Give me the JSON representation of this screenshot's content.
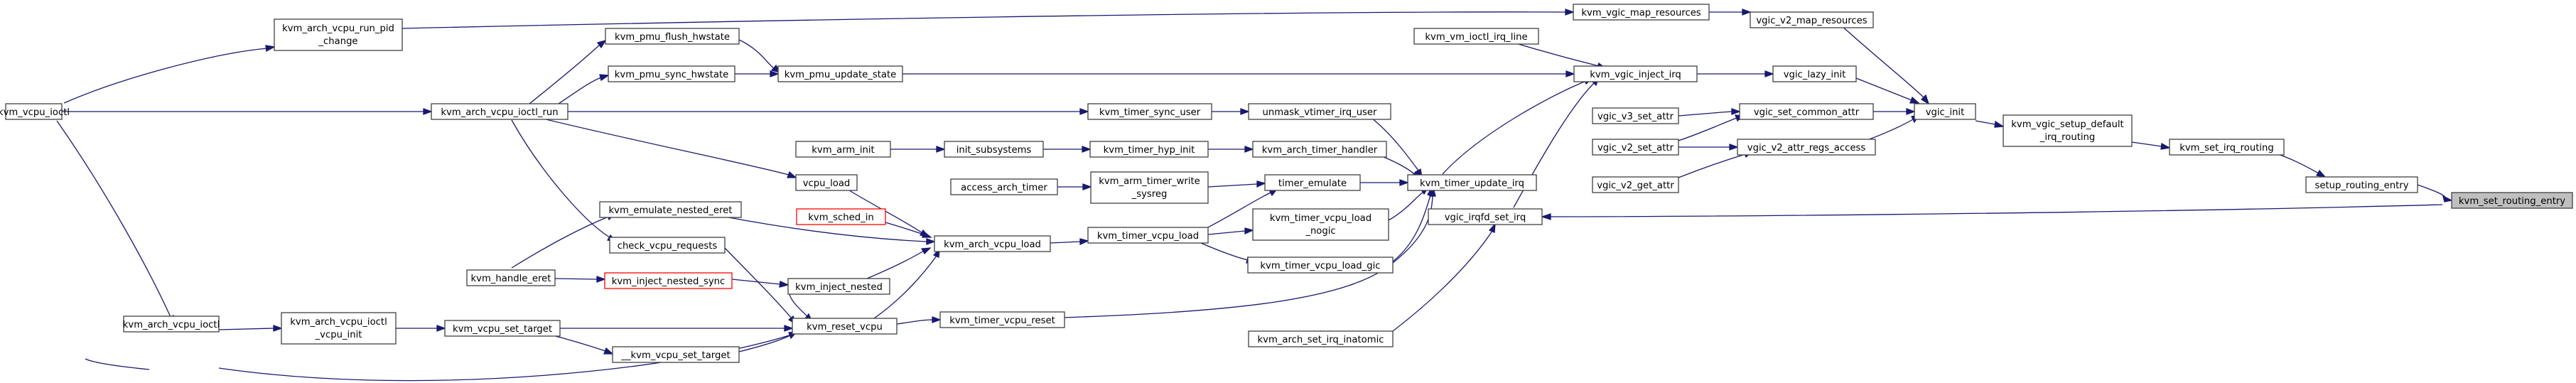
{
  "graph": {
    "nodes": {
      "kvm_vcpu_ioctl": [
        "kvm_vcpu_ioctl"
      ],
      "kvm_arch_vcpu_run_pid_change": [
        "kvm_arch_vcpu_run_pid",
        "_change"
      ],
      "kvm_arch_vcpu_ioctl_run": [
        "kvm_arch_vcpu_ioctl_run"
      ],
      "kvm_pmu_flush_hwstate": [
        "kvm_pmu_flush_hwstate"
      ],
      "kvm_pmu_sync_hwstate": [
        "kvm_pmu_sync_hwstate"
      ],
      "kvm_pmu_update_state": [
        "kvm_pmu_update_state"
      ],
      "kvm_vm_ioctl_irq_line": [
        "kvm_vm_ioctl_irq_line"
      ],
      "kvm_vgic_map_resources": [
        "kvm_vgic_map_resources"
      ],
      "vgic_v2_map_resources": [
        "vgic_v2_map_resources"
      ],
      "kvm_vgic_inject_irq": [
        "kvm_vgic_inject_irq"
      ],
      "vgic_lazy_init": [
        "vgic_lazy_init"
      ],
      "vgic_init": [
        "vgic_init"
      ],
      "kvm_vgic_setup_default_irq_routing": [
        "kvm_vgic_setup_default",
        "_irq_routing"
      ],
      "kvm_set_irq_routing": [
        "kvm_set_irq_routing"
      ],
      "setup_routing_entry": [
        "setup_routing_entry"
      ],
      "kvm_set_routing_entry": [
        "kvm_set_routing_entry"
      ],
      "kvm_timer_sync_user": [
        "kvm_timer_sync_user"
      ],
      "unmask_vtimer_irq_user": [
        "unmask_vtimer_irq_user"
      ],
      "kvm_arm_init": [
        "kvm_arm_init"
      ],
      "init_subsystems": [
        "init_subsystems"
      ],
      "kvm_timer_hyp_init": [
        "kvm_timer_hyp_init"
      ],
      "kvm_arch_timer_handler": [
        "kvm_arch_timer_handler"
      ],
      "kvm_timer_update_irq": [
        "kvm_timer_update_irq"
      ],
      "vgic_v3_set_attr": [
        "vgic_v3_set_attr"
      ],
      "vgic_set_common_attr": [
        "vgic_set_common_attr"
      ],
      "vgic_v2_set_attr": [
        "vgic_v2_set_attr"
      ],
      "vgic_v2_attr_regs_access": [
        "vgic_v2_attr_regs_access"
      ],
      "vgic_v2_get_attr": [
        "vgic_v2_get_attr"
      ],
      "vcpu_load": [
        "vcpu_load"
      ],
      "access_arch_timer": [
        "access_arch_timer"
      ],
      "kvm_arm_timer_write_sysreg": [
        "kvm_arm_timer_write",
        "_sysreg"
      ],
      "timer_emulate": [
        "timer_emulate"
      ],
      "vgic_irqfd_set_irq": [
        "vgic_irqfd_set_irq"
      ],
      "kvm_emulate_nested_eret": [
        "kvm_emulate_nested_eret"
      ],
      "kvm_sched_in": [
        "kvm_sched_in"
      ],
      "kvm_timer_vcpu_load_nogic": [
        "kvm_timer_vcpu_load",
        "_nogic"
      ],
      "check_vcpu_requests": [
        "check_vcpu_requests"
      ],
      "kvm_arch_vcpu_load": [
        "kvm_arch_vcpu_load"
      ],
      "kvm_timer_vcpu_load": [
        "kvm_timer_vcpu_load"
      ],
      "kvm_handle_eret": [
        "kvm_handle_eret"
      ],
      "kvm_inject_nested_sync": [
        "kvm_inject_nested_sync"
      ],
      "kvm_inject_nested": [
        "kvm_inject_nested"
      ],
      "kvm_timer_vcpu_load_gic": [
        "kvm_timer_vcpu_load_gic"
      ],
      "kvm_arch_vcpu_ioctl": [
        "kvm_arch_vcpu_ioctl"
      ],
      "kvm_arch_vcpu_ioctl_vcpu_init": [
        "kvm_arch_vcpu_ioctl",
        "_vcpu_init"
      ],
      "kvm_vcpu_set_target": [
        "kvm_vcpu_set_target"
      ],
      "kvm_reset_vcpu": [
        "kvm_reset_vcpu"
      ],
      "kvm_timer_vcpu_reset": [
        "kvm_timer_vcpu_reset"
      ],
      "__kvm_vcpu_set_target": [
        "__kvm_vcpu_set_target"
      ],
      "kvm_arch_set_irq_inatomic": [
        "kvm_arch_set_irq_inatomic"
      ]
    },
    "colors": {
      "edge": "#191970",
      "node_border": "#404040",
      "missing_border": "#ff0000",
      "root_fill": "#bfbfbf"
    }
  }
}
